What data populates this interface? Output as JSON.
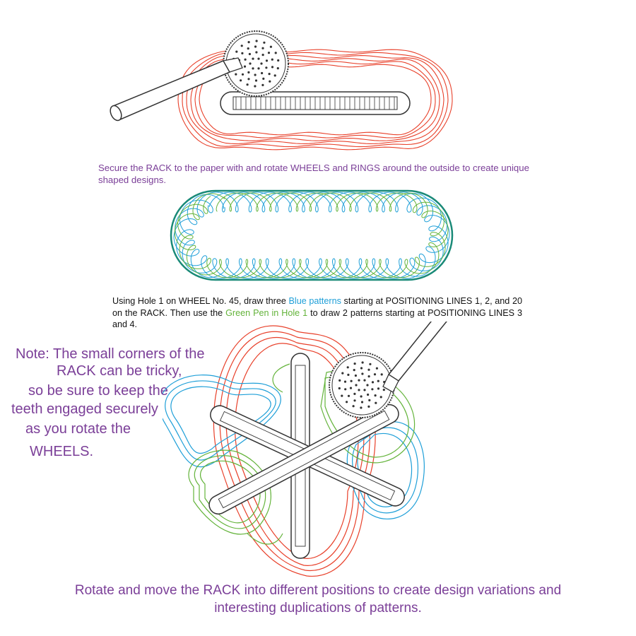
{
  "captions": {
    "rack_outside": "Secure the RACK to the paper with and rotate WHEELS and RINGS around the outside to create unique shaped designs.",
    "hole_instructions": {
      "part1": "Using Hole 1 on WHEEL No. 45, draw three ",
      "blue_text": "Blue patterns",
      "part2": " starting at POSITIONING LINES 1, 2, and 20 on the RACK. Then use the ",
      "green_text": "Green Pen in Hole 1",
      "part3": " to draw 2 patterns starting at POSITIONING LINES 3 and 4."
    },
    "rotate_rack": "Rotate and move the RACK into different positions to create design variations and interesting duplications of patterns."
  },
  "note": {
    "lines": [
      "Note: The small corners of the",
      "RACK can be tricky,",
      "so be sure to keep the",
      "teeth engaged securely",
      "as you rotate the",
      "WHEELS."
    ]
  },
  "colors": {
    "purple_text": "#7b3f98",
    "red_pattern": "#e8402a",
    "blue_pattern": "#1e9fd8",
    "green_pattern": "#63b33a",
    "teal_pattern": "#1a8a78",
    "tool_outline": "#333333"
  },
  "illustrations": {
    "top": {
      "pattern_color": "red",
      "objects": [
        "wheel",
        "rack",
        "pen"
      ]
    },
    "middle": {
      "pattern_colors": [
        "blue",
        "green"
      ]
    },
    "bottom": {
      "pattern_colors": [
        "red",
        "blue",
        "green"
      ],
      "objects": [
        "three-racks",
        "wheel",
        "pen"
      ]
    }
  }
}
